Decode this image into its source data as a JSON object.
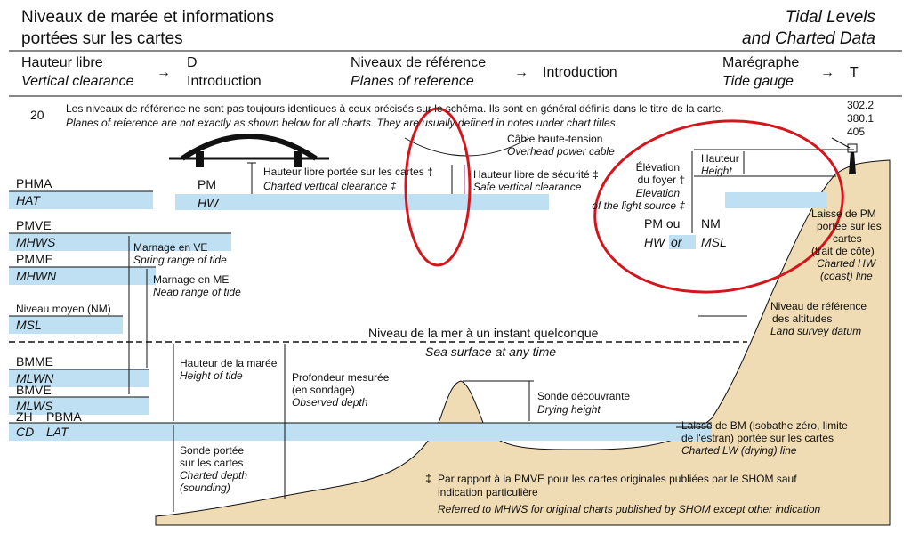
{
  "header": {
    "title_fr_1": "Niveaux de marée et informations",
    "title_fr_2": "portées sur les cartes",
    "title_en_1": "Tidal Levels",
    "title_en_2": "and Charted Data"
  },
  "refs": [
    {
      "fr": "Hauteur libre",
      "en": "Vertical clearance",
      "arrow": "→",
      "code": "D",
      "target": "Introduction"
    },
    {
      "fr": "Niveaux de référence",
      "en": "Planes of reference",
      "arrow": "→",
      "code": "",
      "target": "Introduction"
    },
    {
      "fr": "Marégraphe",
      "en": "Tide gauge",
      "arrow": "→",
      "code": "T",
      "target": ""
    }
  ],
  "section_number": "20",
  "note_fr": "Les niveaux de référence ne sont pas toujours identiques à ceux précisés sur le schéma. Ils sont en général définis dans le titre de la carte.",
  "note_en": "Planes of reference are not exactly as shown below for all charts. They are usually defined in notes under chart titles.",
  "codes": [
    "302.2",
    "380.1",
    "405"
  ],
  "levels": {
    "phma": "PHMA",
    "hat": "HAT",
    "pmve": "PMVE",
    "mhws": "MHWS",
    "pmme": "PMME",
    "mhwn": "MHWN",
    "nm": "Niveau moyen (NM)",
    "msl": "MSL",
    "bmme": "BMME",
    "mlwn": "MLWN",
    "bmve": "BMVE",
    "mlws": "MLWS",
    "zh": "ZH",
    "pbma": "PBMA",
    "cd": "CD",
    "lat": "LAT"
  },
  "labels": {
    "pm": "PM",
    "hw": "HW",
    "clear_fr": "Hauteur libre portée sur les cartes ‡",
    "clear_en": "Charted vertical clearance ‡",
    "cable_fr": "Câble haute-tension",
    "cable_en": "Overhead power cable",
    "safe_fr": "Hauteur libre de sécurité ‡",
    "safe_en": "Safe vertical clearance",
    "elev_fr_1": "Élévation",
    "elev_fr_2": "du foyer ‡",
    "elev_en_1": "Elevation",
    "elev_en_2": "of the light source ‡",
    "height_fr": "Hauteur",
    "height_en": "Height",
    "pm_ou": "PM ou",
    "nm": "NM",
    "hw_or": "HW",
    "or": "or",
    "msl": "MSL",
    "laisse_pm_1": "Laisse de PM",
    "laisse_pm_2": "portée sur les",
    "laisse_pm_3": "cartes",
    "laisse_pm_4": "(trait de côte)",
    "laisse_pm_en_1": "Charted HW",
    "laisse_pm_en_2": "(coast) line",
    "spring_fr": "Marnage en VE",
    "spring_en": "Spring range of tide",
    "neap_fr": "Marnage en ME",
    "neap_en": "Neap range of tide",
    "survey_fr_1": "Niveau de référence",
    "survey_fr_2": "des altitudes",
    "survey_en": "Land survey datum",
    "sea_fr": "Niveau de la mer à un instant quelconque",
    "sea_en": "Sea surface at any time",
    "tide_fr": "Hauteur de la marée",
    "tide_en": "Height of tide",
    "depth_fr_1": "Profondeur mesurée",
    "depth_fr_2": "(en sondage)",
    "depth_en": "Observed depth",
    "drying_fr": "Sonde découvrante",
    "drying_en": "Drying height",
    "lw_fr_1": "Laisse de BM (isobathe zéro, limite",
    "lw_fr_2": "de l'estran) portée sur les cartes",
    "lw_en": "Charted LW (drying) line",
    "charted_fr_1": "Sonde portée",
    "charted_fr_2": "sur les cartes",
    "charted_en_1": "Charted depth",
    "charted_en_2": "(sounding)",
    "footnote_fr_1": "Par rapport à la PMVE pour les cartes originales publiées par le SHOM sauf",
    "footnote_fr_2": "indication particulière",
    "footnote_en": "Referred to MHWS for original charts published by SHOM except other indication",
    "dagger": "‡"
  },
  "colors": {
    "water": "#bfe0f2",
    "land": "#f0dcb4",
    "line": "#111111",
    "highlight": "#d4151c"
  }
}
